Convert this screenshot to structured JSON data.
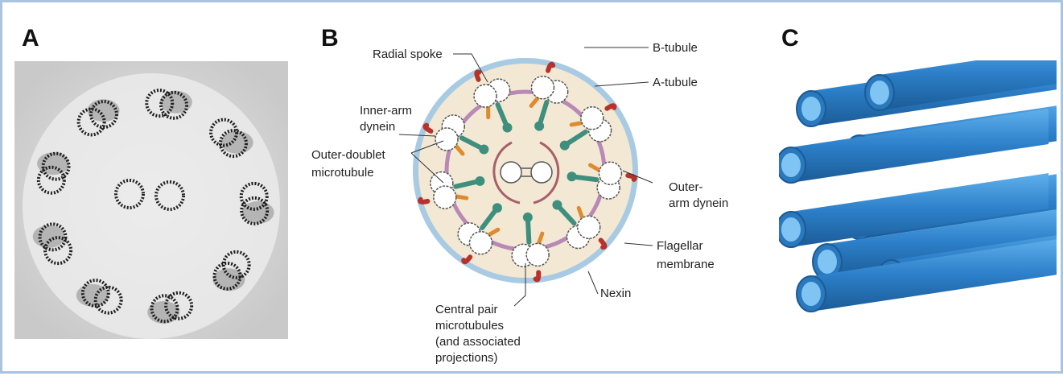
{
  "panels": {
    "a": {
      "letter": "A"
    },
    "b": {
      "letter": "B",
      "labels": {
        "radial_spoke": "Radial spoke",
        "b_tubule": "B-tubule",
        "a_tubule": "A-tubule",
        "inner_arm_1": "Inner-arm",
        "inner_arm_2": "dynein",
        "outer_doublet_1": "Outer-doublet",
        "outer_doublet_2": "microtubule",
        "outer_arm_1": "Outer-",
        "outer_arm_2": "arm dynein",
        "flagellar_1": "Flagellar",
        "flagellar_2": "membrane",
        "nexin": "Nexin",
        "central_1": "Central pair",
        "central_2": "microtubules",
        "central_3": "(and associated",
        "central_4": "projections)"
      }
    },
    "c": {
      "letter": "C"
    }
  },
  "colors": {
    "frame_border": "#a9c4de",
    "membrane": "#a8cbe3",
    "cytoplasm": "#f3e8d3",
    "outer_dynein": "#b8322c",
    "inner_dynein": "#e08a2e",
    "radial_spoke": "#3f8f7e",
    "nexin_link": "#b889b6",
    "tubule_blue": "#2c7fc9"
  }
}
